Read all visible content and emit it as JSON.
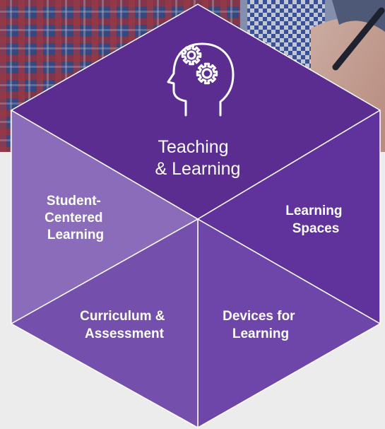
{
  "colors": {
    "background": "#ececec",
    "segment_top": "#5c2d91",
    "segment_right_upper": "#60339c",
    "segment_right_lower": "#6e45a8",
    "segment_bottom": "#7a55b0",
    "segment_left_lower": "#744fac",
    "segment_left_upper": "#8a6cba",
    "edge": "#ffffff"
  },
  "segments": {
    "top": {
      "icon": "head-gears-icon",
      "line1": "Teaching",
      "line2": "& Learning"
    },
    "right_upper": {
      "line1": "Learning",
      "line2": "Spaces"
    },
    "right_lower": {
      "line1": "Devices for",
      "line2": "Learning"
    },
    "left_lower": {
      "line1": "Curriculum &",
      "line2": "Assessment"
    },
    "left_upper": {
      "line1": "Student-",
      "line2": "Centered",
      "line3": "Learning"
    }
  }
}
